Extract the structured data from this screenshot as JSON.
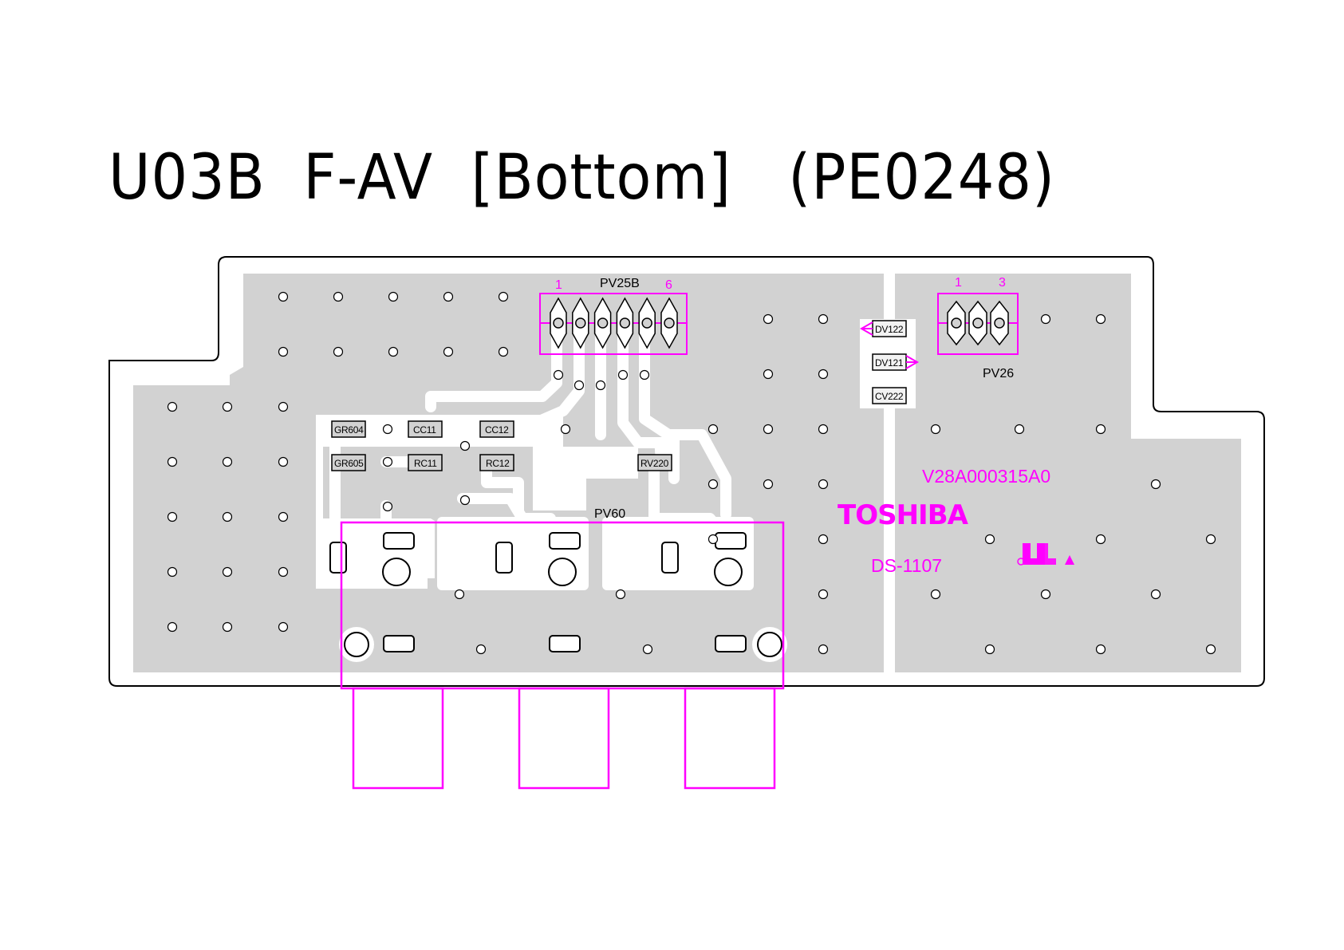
{
  "title": "U03B  F-AV  [Bottom]   (PE0248)",
  "colors": {
    "board": "#d2d2d2",
    "magenta": "#ff00ff",
    "outline": "#000000"
  },
  "labels": {
    "pv25b": "PV25B",
    "pv25b_pin_first": "1",
    "pv25b_pin_last": "6",
    "pv26": "PV26",
    "pv26_pin_first": "1",
    "pv26_pin_last": "3",
    "pv60": "PV60",
    "part_number": "V28A000315A0",
    "brand": "TOSHIBA",
    "model": "DS-1107",
    "ul_mark": "UL recognized component mark"
  },
  "components": {
    "gr604": "GR604",
    "gr605": "GR605",
    "cc11": "CC11",
    "cc12": "CC12",
    "rc11": "RC11",
    "rc12": "RC12",
    "rv220": "RV220",
    "dv122": "DV122",
    "dv121": "DV121",
    "cv222": "CV222"
  }
}
